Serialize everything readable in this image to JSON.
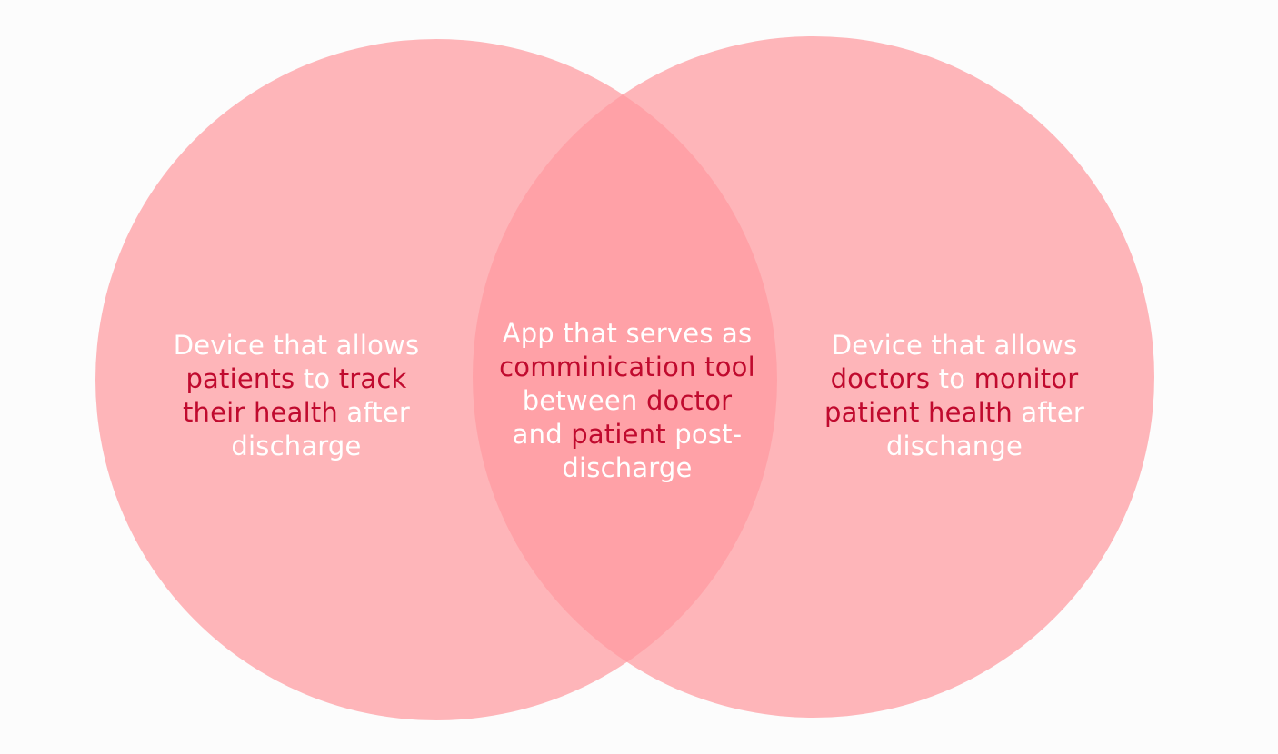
{
  "colors": {
    "background": "#fcfcfc",
    "circle_fill": "#ff9aa0",
    "circle_opacity": 0.72,
    "text_light": "#ffffff",
    "text_accent": "#c00a2e"
  },
  "left_circle": {
    "lines": [
      [
        {
          "text": "Device that allows",
          "style": "light"
        }
      ],
      [
        {
          "text": "patients",
          "style": "accent"
        },
        {
          "text": " to ",
          "style": "light"
        },
        {
          "text": "track",
          "style": "accent"
        }
      ],
      [
        {
          "text": "their health",
          "style": "accent"
        },
        {
          "text": " after",
          "style": "light"
        }
      ],
      [
        {
          "text": "discharge",
          "style": "light"
        }
      ]
    ]
  },
  "overlap": {
    "lines": [
      [
        {
          "text": "App that serves as",
          "style": "light"
        }
      ],
      [
        {
          "text": "comminication tool",
          "style": "accent"
        }
      ],
      [
        {
          "text": "between ",
          "style": "light"
        },
        {
          "text": "doctor",
          "style": "accent"
        }
      ],
      [
        {
          "text": "and ",
          "style": "light"
        },
        {
          "text": "patient",
          "style": "accent"
        },
        {
          "text": " post-",
          "style": "light"
        }
      ],
      [
        {
          "text": "discharge",
          "style": "light"
        }
      ]
    ]
  },
  "right_circle": {
    "lines": [
      [
        {
          "text": "Device that allows",
          "style": "light"
        }
      ],
      [
        {
          "text": "doctors",
          "style": "accent"
        },
        {
          "text": " to ",
          "style": "light"
        },
        {
          "text": "monitor",
          "style": "accent"
        }
      ],
      [
        {
          "text": "patient health",
          "style": "accent"
        },
        {
          "text": " after",
          "style": "light"
        }
      ],
      [
        {
          "text": "dischange",
          "style": "light"
        }
      ]
    ]
  }
}
